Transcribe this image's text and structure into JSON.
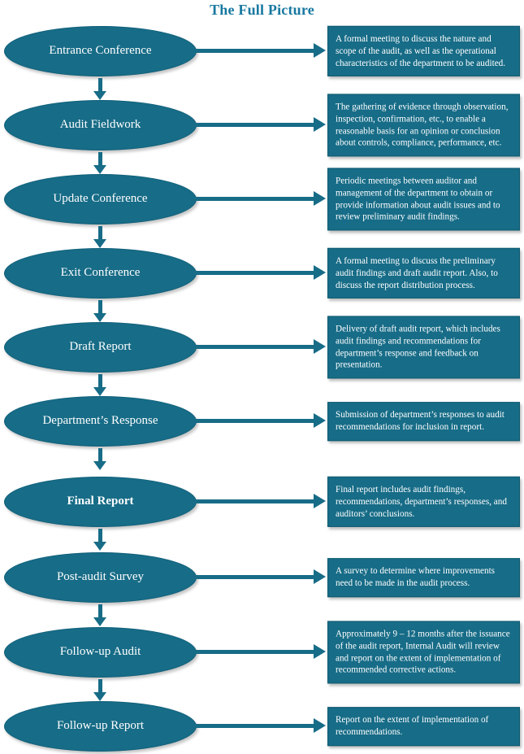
{
  "title": "The Full Picture",
  "colors": {
    "shape_fill": "#176C87",
    "shape_border": "#0F5A70",
    "title_text": "#1778A0",
    "body_text": "#FFFFFF"
  },
  "steps": [
    {
      "label": "Entrance Conference",
      "bold": false,
      "description": "A formal meeting to discuss the nature and scope of the audit, as well as the operational characteristics of the department to be audited."
    },
    {
      "label": "Audit Fieldwork",
      "bold": false,
      "description": "The gathering of evidence through observation, inspection, confirmation, etc., to enable a reasonable basis for an opinion or conclusion about controls, compliance, performance, etc."
    },
    {
      "label": "Update Conference",
      "bold": false,
      "description": "Periodic meetings between auditor and management of the department to obtain or provide information about audit issues and to review preliminary audit findings."
    },
    {
      "label": "Exit Conference",
      "bold": false,
      "description": "A formal meeting to discuss the preliminary audit findings and draft audit report. Also, to discuss the report distribution process."
    },
    {
      "label": "Draft Report",
      "bold": false,
      "description": "Delivery of draft audit report, which includes audit findings and recommendations for department’s response and feedback on presentation."
    },
    {
      "label": "Department’s Response",
      "bold": false,
      "description": "Submission of department’s responses to audit recommendations for inclusion in report."
    },
    {
      "label": "Final Report",
      "bold": true,
      "description": "Final report includes audit findings, recommendations, department’s responses, and auditors’ conclusions."
    },
    {
      "label": "Post-audit Survey",
      "bold": false,
      "description": "A survey to determine where improvements need to be made in the audit process."
    },
    {
      "label": "Follow-up Audit",
      "bold": false,
      "description": "Approximately 9 – 12 months after the issuance of the audit report, Internal Audit will review and report on the extent of implementation of recommended corrective actions."
    },
    {
      "label": "Follow-up Report",
      "bold": false,
      "description": "Report on the extent of implementation of recommendations."
    }
  ]
}
